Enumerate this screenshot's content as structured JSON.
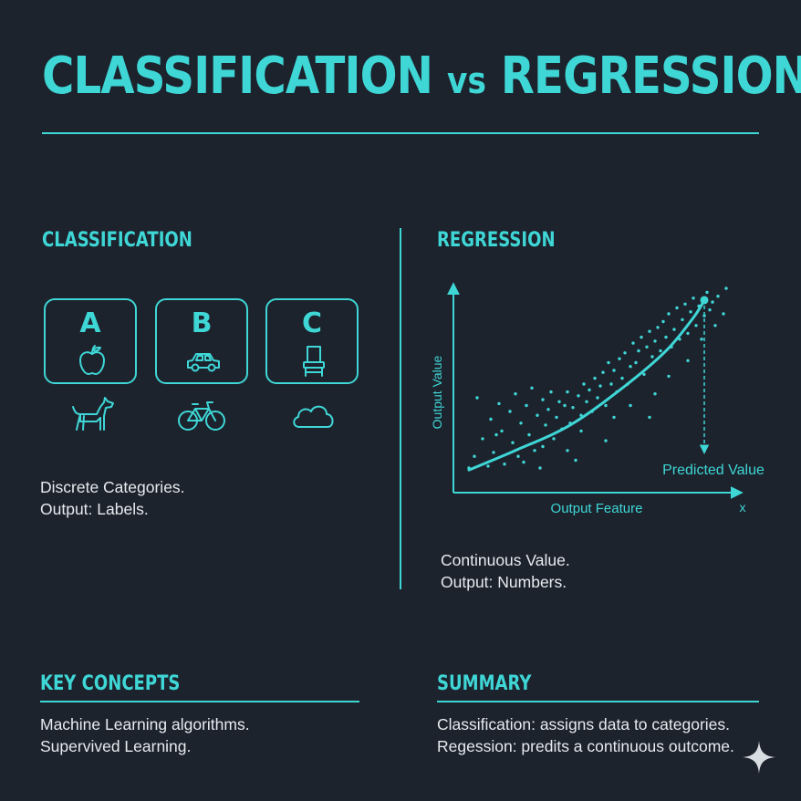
{
  "header": {
    "title_part1": "CLASSIFICATION",
    "title_vs": "vs",
    "title_part2": "REGRESSION"
  },
  "classification": {
    "title": "CLASSIFICATION",
    "cards": [
      {
        "letter": "A",
        "icon": "apple-icon"
      },
      {
        "letter": "B",
        "icon": "car-icon"
      },
      {
        "letter": "C",
        "icon": "chair-icon"
      }
    ],
    "extra_icons": [
      "dog-icon",
      "bicycle-icon",
      "cloud-icon"
    ],
    "desc_line1": "Discrete Categories.",
    "desc_line2": "Output: Labels."
  },
  "regression": {
    "title": "REGRESSION",
    "desc_line1": "Continuous Value.",
    "desc_line2": "Output: Numbers."
  },
  "key_concepts": {
    "title": "KEY CONCEPTS",
    "line1": "Machine Learning algorithms.",
    "line2": "Supervived Learning."
  },
  "summary": {
    "title": "SUMMARY",
    "line1": "Classification: assigns data to categories.",
    "line2": "Regession: predits a continuous outcome."
  },
  "colors": {
    "background": "#1c232d",
    "accent": "#3fd6d6",
    "text": "#e6ebef"
  },
  "chart_data": {
    "type": "scatter",
    "xlabel": "Output Feature",
    "ylabel": "Output Value",
    "x_axis_end_label": "x",
    "annotation": "Predicted Value",
    "xlim": [
      0,
      10
    ],
    "ylim": [
      0,
      10
    ],
    "grid": false,
    "points": [
      [
        0.3,
        0.7
      ],
      [
        0.5,
        1.3
      ],
      [
        0.6,
        4.3
      ],
      [
        0.8,
        2.2
      ],
      [
        1.0,
        0.8
      ],
      [
        1.1,
        3.2
      ],
      [
        1.2,
        1.5
      ],
      [
        1.4,
        4.0
      ],
      [
        1.5,
        2.6
      ],
      [
        1.6,
        0.9
      ],
      [
        1.8,
        3.6
      ],
      [
        1.9,
        2.0
      ],
      [
        2.0,
        4.5
      ],
      [
        2.1,
        1.3
      ],
      [
        2.2,
        3.0
      ],
      [
        2.4,
        3.9
      ],
      [
        2.5,
        2.4
      ],
      [
        2.6,
        4.8
      ],
      [
        2.7,
        1.6
      ],
      [
        2.8,
        3.4
      ],
      [
        2.9,
        0.7
      ],
      [
        3.0,
        4.2
      ],
      [
        3.1,
        2.9
      ],
      [
        3.2,
        3.7
      ],
      [
        3.3,
        4.6
      ],
      [
        3.4,
        2.2
      ],
      [
        3.5,
        3.3
      ],
      [
        3.6,
        4.1
      ],
      [
        3.7,
        2.7
      ],
      [
        3.8,
        3.9
      ],
      [
        3.9,
        4.6
      ],
      [
        4.0,
        3.0
      ],
      [
        4.1,
        3.8
      ],
      [
        4.2,
        1.1
      ],
      [
        4.3,
        4.4
      ],
      [
        4.4,
        3.4
      ],
      [
        4.5,
        5.0
      ],
      [
        4.6,
        4.1
      ],
      [
        4.7,
        4.7
      ],
      [
        4.8,
        3.6
      ],
      [
        4.9,
        5.3
      ],
      [
        5.0,
        4.3
      ],
      [
        5.1,
        4.9
      ],
      [
        5.2,
        5.6
      ],
      [
        5.3,
        3.9
      ],
      [
        5.4,
        6.1
      ],
      [
        5.5,
        5.0
      ],
      [
        5.6,
        5.7
      ],
      [
        5.7,
        4.6
      ],
      [
        5.8,
        6.3
      ],
      [
        5.9,
        5.3
      ],
      [
        6.0,
        6.6
      ],
      [
        6.1,
        5.0
      ],
      [
        6.2,
        5.9
      ],
      [
        6.3,
        7.1
      ],
      [
        6.4,
        6.1
      ],
      [
        6.5,
        6.7
      ],
      [
        6.6,
        7.4
      ],
      [
        6.7,
        5.5
      ],
      [
        6.8,
        6.9
      ],
      [
        6.9,
        7.7
      ],
      [
        7.0,
        6.4
      ],
      [
        7.1,
        7.2
      ],
      [
        7.2,
        7.9
      ],
      [
        7.3,
        6.7
      ],
      [
        7.4,
        8.2
      ],
      [
        7.5,
        7.4
      ],
      [
        7.6,
        8.6
      ],
      [
        7.7,
        6.9
      ],
      [
        7.8,
        7.8
      ],
      [
        7.9,
        8.9
      ],
      [
        8.0,
        7.3
      ],
      [
        8.1,
        8.3
      ],
      [
        8.2,
        9.1
      ],
      [
        8.3,
        7.6
      ],
      [
        8.4,
        8.7
      ],
      [
        8.5,
        9.4
      ],
      [
        8.6,
        8.0
      ],
      [
        8.7,
        9.0
      ],
      [
        8.8,
        7.3
      ],
      [
        8.9,
        8.5
      ],
      [
        9.0,
        9.7
      ],
      [
        9.1,
        8.8
      ],
      [
        9.2,
        9.2
      ],
      [
        9.3,
        8.0
      ],
      [
        9.4,
        9.5
      ],
      [
        9.6,
        8.6
      ],
      [
        9.7,
        9.9
      ],
      [
        5.3,
        2.1
      ],
      [
        6.9,
        3.3
      ],
      [
        3.9,
        1.6
      ],
      [
        7.6,
        5.4
      ],
      [
        2.3,
        1.0
      ],
      [
        4.4,
        2.6
      ],
      [
        8.3,
        6.2
      ],
      [
        6.2,
        3.9
      ],
      [
        1.3,
        2.4
      ],
      [
        7.1,
        4.5
      ],
      [
        3.0,
        1.8
      ],
      [
        5.6,
        3.3
      ]
    ],
    "trend_curve": [
      [
        0.3,
        0.6
      ],
      [
        2.0,
        1.6
      ],
      [
        4.0,
        2.9
      ],
      [
        6.0,
        4.9
      ],
      [
        7.5,
        6.7
      ],
      [
        8.5,
        8.4
      ],
      [
        8.9,
        9.3
      ]
    ],
    "predicted_point": [
      8.9,
      9.3
    ],
    "predicted_target": [
      8.9,
      1.5
    ]
  }
}
